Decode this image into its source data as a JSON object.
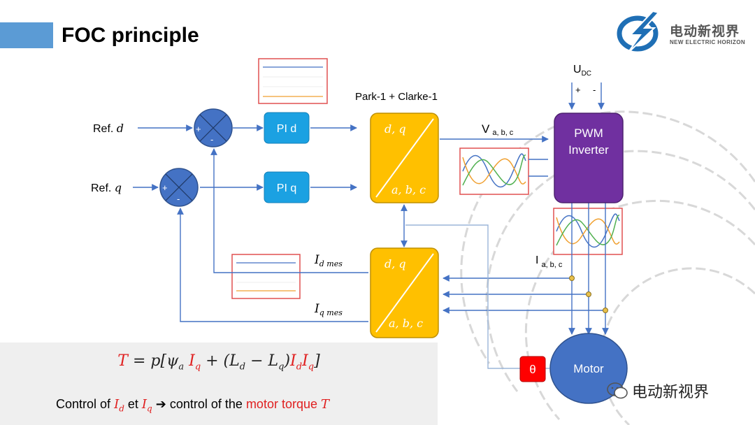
{
  "title": "FOC principle",
  "logo": {
    "name_cn": "电动新视界",
    "name_en": "NEW ELECTRIC HORIZON",
    "icon": "lightning-globe-logo"
  },
  "diagram": {
    "ref_d": "Ref.",
    "ref_d_var": "d",
    "ref_q": "Ref.",
    "ref_q_var": "q",
    "plus": "+",
    "minus": "-",
    "pi_d": "PI d",
    "pi_q": "PI q",
    "inverse_transform_title": "Park-1 + Clarke-1",
    "block_dq": "d, q",
    "block_abc": "a, b, c",
    "v_label": "V",
    "v_sub": "a, b, c",
    "udc_label": "U",
    "udc_sub": "DC",
    "udc_plus": "+",
    "udc_minus": "-",
    "pwm_line1": "PWM",
    "pwm_line2": "Inverter",
    "i_label": "I",
    "i_sub": "a, b, c",
    "id_mes": "I",
    "id_mes_sub": "d mes",
    "iq_mes": "I",
    "iq_mes_sub": "q mes",
    "theta": "θ",
    "motor": "Motor"
  },
  "formula": {
    "control_prefix": "Control of",
    "id": "I",
    "id_sub": "d",
    "et": "et",
    "iq": "I",
    "iq_sub": "q",
    "arrow": "➔",
    "control_mid": "control of the",
    "motor_torque": "motor torque",
    "torque_var": "T"
  },
  "watermark": {
    "text": "电动新视界",
    "icon": "wechat-icon"
  },
  "colors": {
    "accent_bar": "#5b9bd5",
    "block_blue": "#1ba1e2",
    "sum_circle": "#4472c4",
    "transform_block": "#ffc000",
    "pwm_block": "#7030a0",
    "motor": "#4472c4",
    "theta_box": "#ff0000",
    "arrow": "#4472c4",
    "highlight_text": "#e02020"
  }
}
